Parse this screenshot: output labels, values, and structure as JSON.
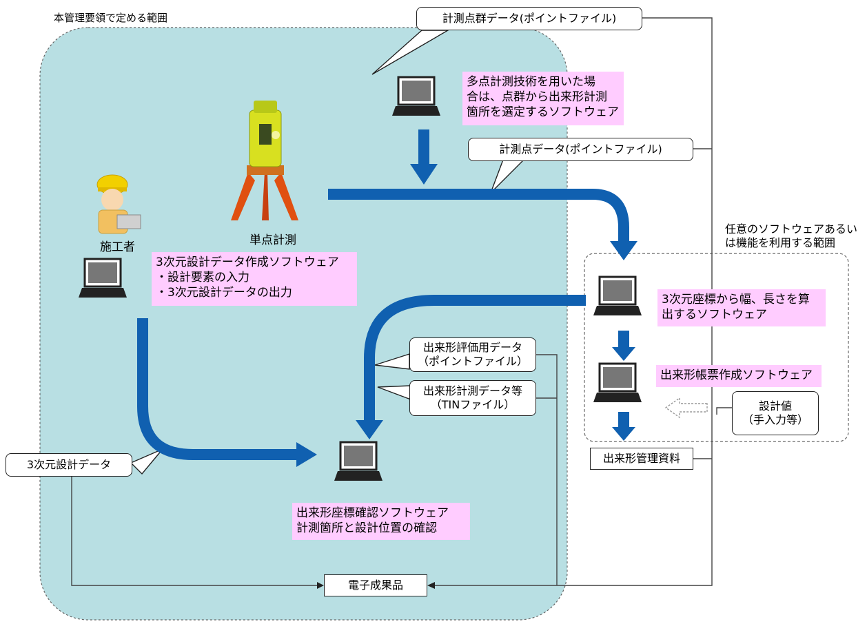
{
  "scope": {
    "main_label": "本管理要領で定める範囲",
    "optional_label_1": "任意のソフトウェアあるい",
    "optional_label_2": "は機能を利用する範囲"
  },
  "labels": {
    "contractor": "施工者",
    "single_point": "単点計測"
  },
  "callouts": {
    "point_cloud": "計測点群データ(ポイントファイル)",
    "point_data": "計測点データ(ポイントファイル)",
    "design_data": "3次元設計データ",
    "eval_data_1": "出来形評価用データ",
    "eval_data_2": "（ポイントファイル）",
    "measure_data_1": "出来形計測データ等",
    "measure_data_2": "（TINファイル）",
    "design_value_1": "設計値",
    "design_value_2": "（手入力等）"
  },
  "software": {
    "multi_point": [
      "多点計測技術を用いた場",
      "合は、点群から出来形計測",
      "箇所を選定するソフトウェア"
    ],
    "design_creation": [
      "3次元設計データ作成ソフトウェア",
      "・設計要素の入力",
      "・3次元設計データの出力"
    ],
    "width_length": [
      "3次元座標から幅、長さを算",
      "出するソフトウェア"
    ],
    "form_creation": [
      "出来形帳票作成ソフトウェア"
    ],
    "coord_check": [
      "出来形座標確認ソフトウェア",
      "計測箇所と設計位置の確認"
    ]
  },
  "outputs": {
    "management_doc": "出来形管理資料",
    "electronic_deliverable": "電子成果品"
  },
  "colors": {
    "scope_fill": "#b8dfe3",
    "arrow_blue": "#1060b0",
    "pink": "#ffccff"
  }
}
